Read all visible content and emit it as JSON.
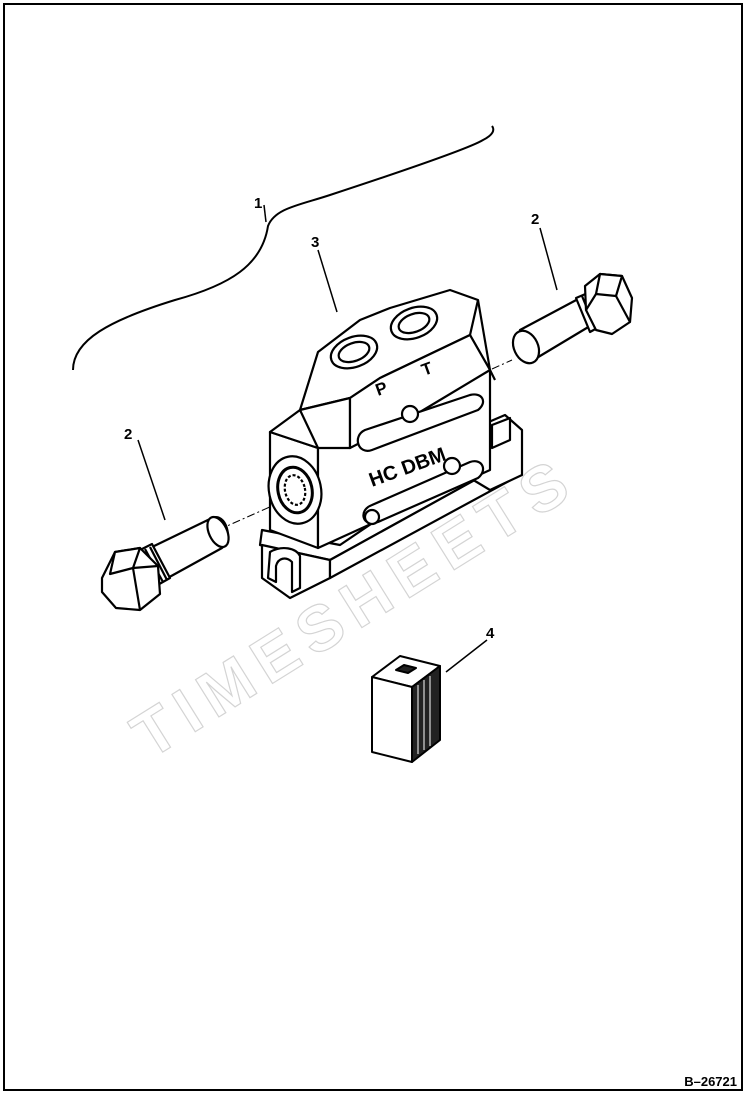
{
  "callouts": {
    "assembly": "1",
    "plug_left": "2",
    "plug_right": "2",
    "valve_body": "3",
    "decal": "4"
  },
  "body_markings": {
    "port_p": "P",
    "port_t": "T",
    "stamp": "HC DBM"
  },
  "figure_ref": "B–26721",
  "watermark": "TIMESHEETS"
}
